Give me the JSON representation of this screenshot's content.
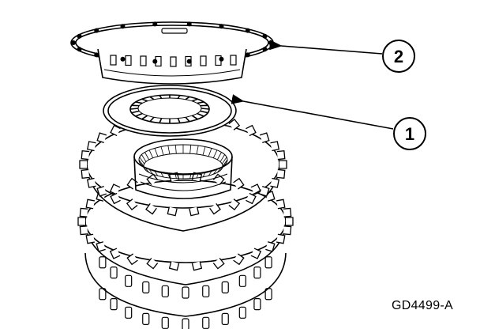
{
  "figure": {
    "code": "GD4499-A"
  },
  "callouts": [
    {
      "number": "1"
    },
    {
      "number": "2"
    }
  ],
  "colors": {
    "line": "#000000",
    "background": "#ffffff"
  }
}
